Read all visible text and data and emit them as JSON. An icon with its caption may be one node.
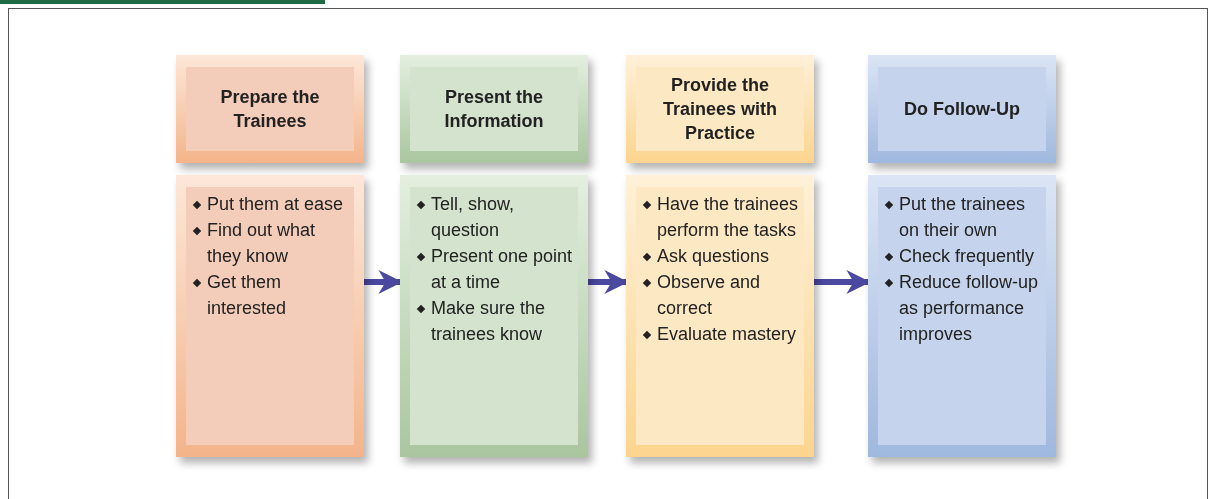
{
  "diagram": {
    "nodes": [
      {
        "text": [
          "Prepare the Trainees"
        ]
      },
      {
        "text": [
          "Present the Information"
        ]
      },
      {
        "text": [
          "Provide the Trainees with Practice"
        ]
      },
      {
        "text": [
          "Do Follow-Up"
        ]
      },
      {
        "text": [
          "Put them at ease",
          "Find out what they know",
          "Get them interested"
        ]
      },
      {
        "text": [
          "Tell, show, question",
          "Present one point at a time",
          "Make sure the trainees know"
        ]
      },
      {
        "text": [
          "Have the trainees perform the tasks",
          "Ask questions",
          "Observe and correct",
          "Evaluate mastery"
        ]
      },
      {
        "text": [
          "Put the trainees on their own",
          "Check frequently",
          "Reduce follow-up as performance improves"
        ]
      }
    ],
    "edges": [
      {
        "from": 4,
        "to": 5,
        "arrow": "to"
      },
      {
        "from": 5,
        "to": 6,
        "arrow": "to"
      },
      {
        "from": 6,
        "to": 7,
        "arrow": "to"
      }
    ]
  }
}
